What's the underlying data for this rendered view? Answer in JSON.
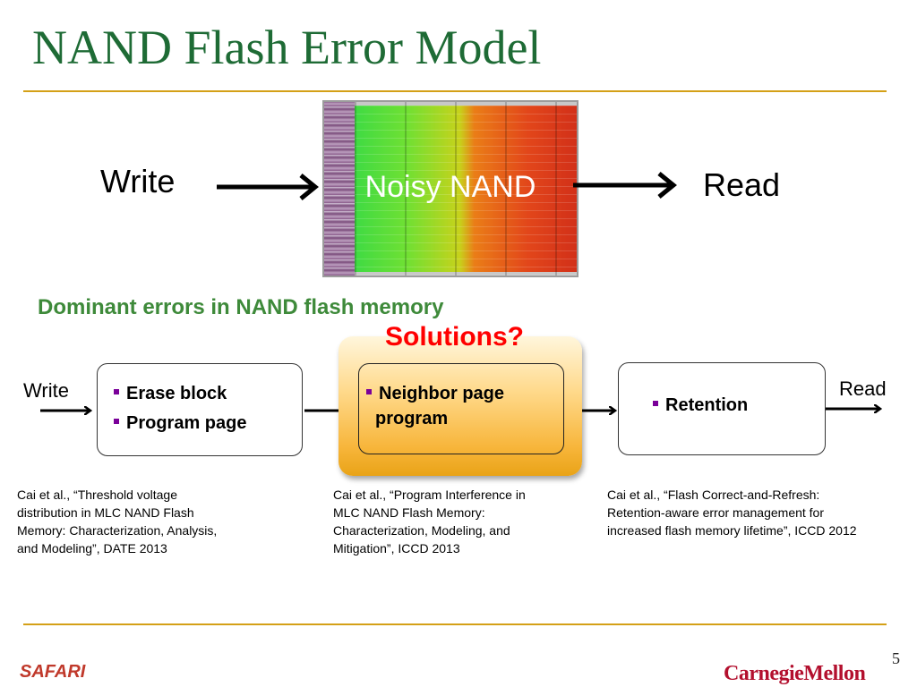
{
  "slide": {
    "title": "NAND Flash Error Model",
    "page_number": "5"
  },
  "top_diagram": {
    "write_label": "Write",
    "chip_label": "Noisy NAND",
    "read_label": "Read"
  },
  "subtitle": "Dominant errors in NAND flash memory",
  "solutions_label": "Solutions?",
  "flow": {
    "write_label": "Write",
    "read_label": "Read",
    "box1_items": [
      "Erase block",
      "Program page"
    ],
    "box2_item_line1": "Neighbor page",
    "box2_item_line2": "program",
    "box3_items": [
      "Retention"
    ]
  },
  "citations": {
    "cite1": [
      "Cai et al., “Threshold voltage",
      "distribution in MLC NAND Flash",
      "Memory: Characterization, Analysis,",
      "and Modeling”, DATE 2013"
    ],
    "cite2": [
      "Cai et al., “Program Interference in",
      "MLC NAND Flash Memory:",
      "Characterization, Modeling, and",
      "Mitigation”, ICCD 2013"
    ],
    "cite3": [
      "Cai et al., “Flash Correct-and-Refresh:",
      "Retention-aware error management for",
      "increased flash memory lifetime”, ICCD 2012"
    ]
  },
  "footer": {
    "left_logo": "SAFARI",
    "right_logo": "CarnegieMellon"
  },
  "colors": {
    "title": "#1e6b35",
    "rule": "#d4a017",
    "subtitle": "#3e8a3a",
    "solutions": "#ff0000",
    "bullet": "#7a0099",
    "safari": "#c0392b",
    "cmu": "#b3102e"
  }
}
